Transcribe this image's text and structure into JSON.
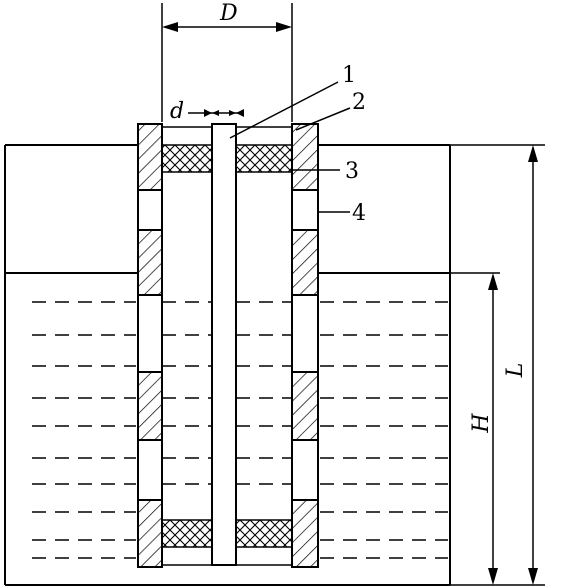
{
  "labels": {
    "dim_D": "D",
    "dim_d": "d",
    "dim_H": "H",
    "dim_L": "L",
    "part_1": "1",
    "part_2": "2",
    "part_3": "3",
    "part_4": "4"
  }
}
